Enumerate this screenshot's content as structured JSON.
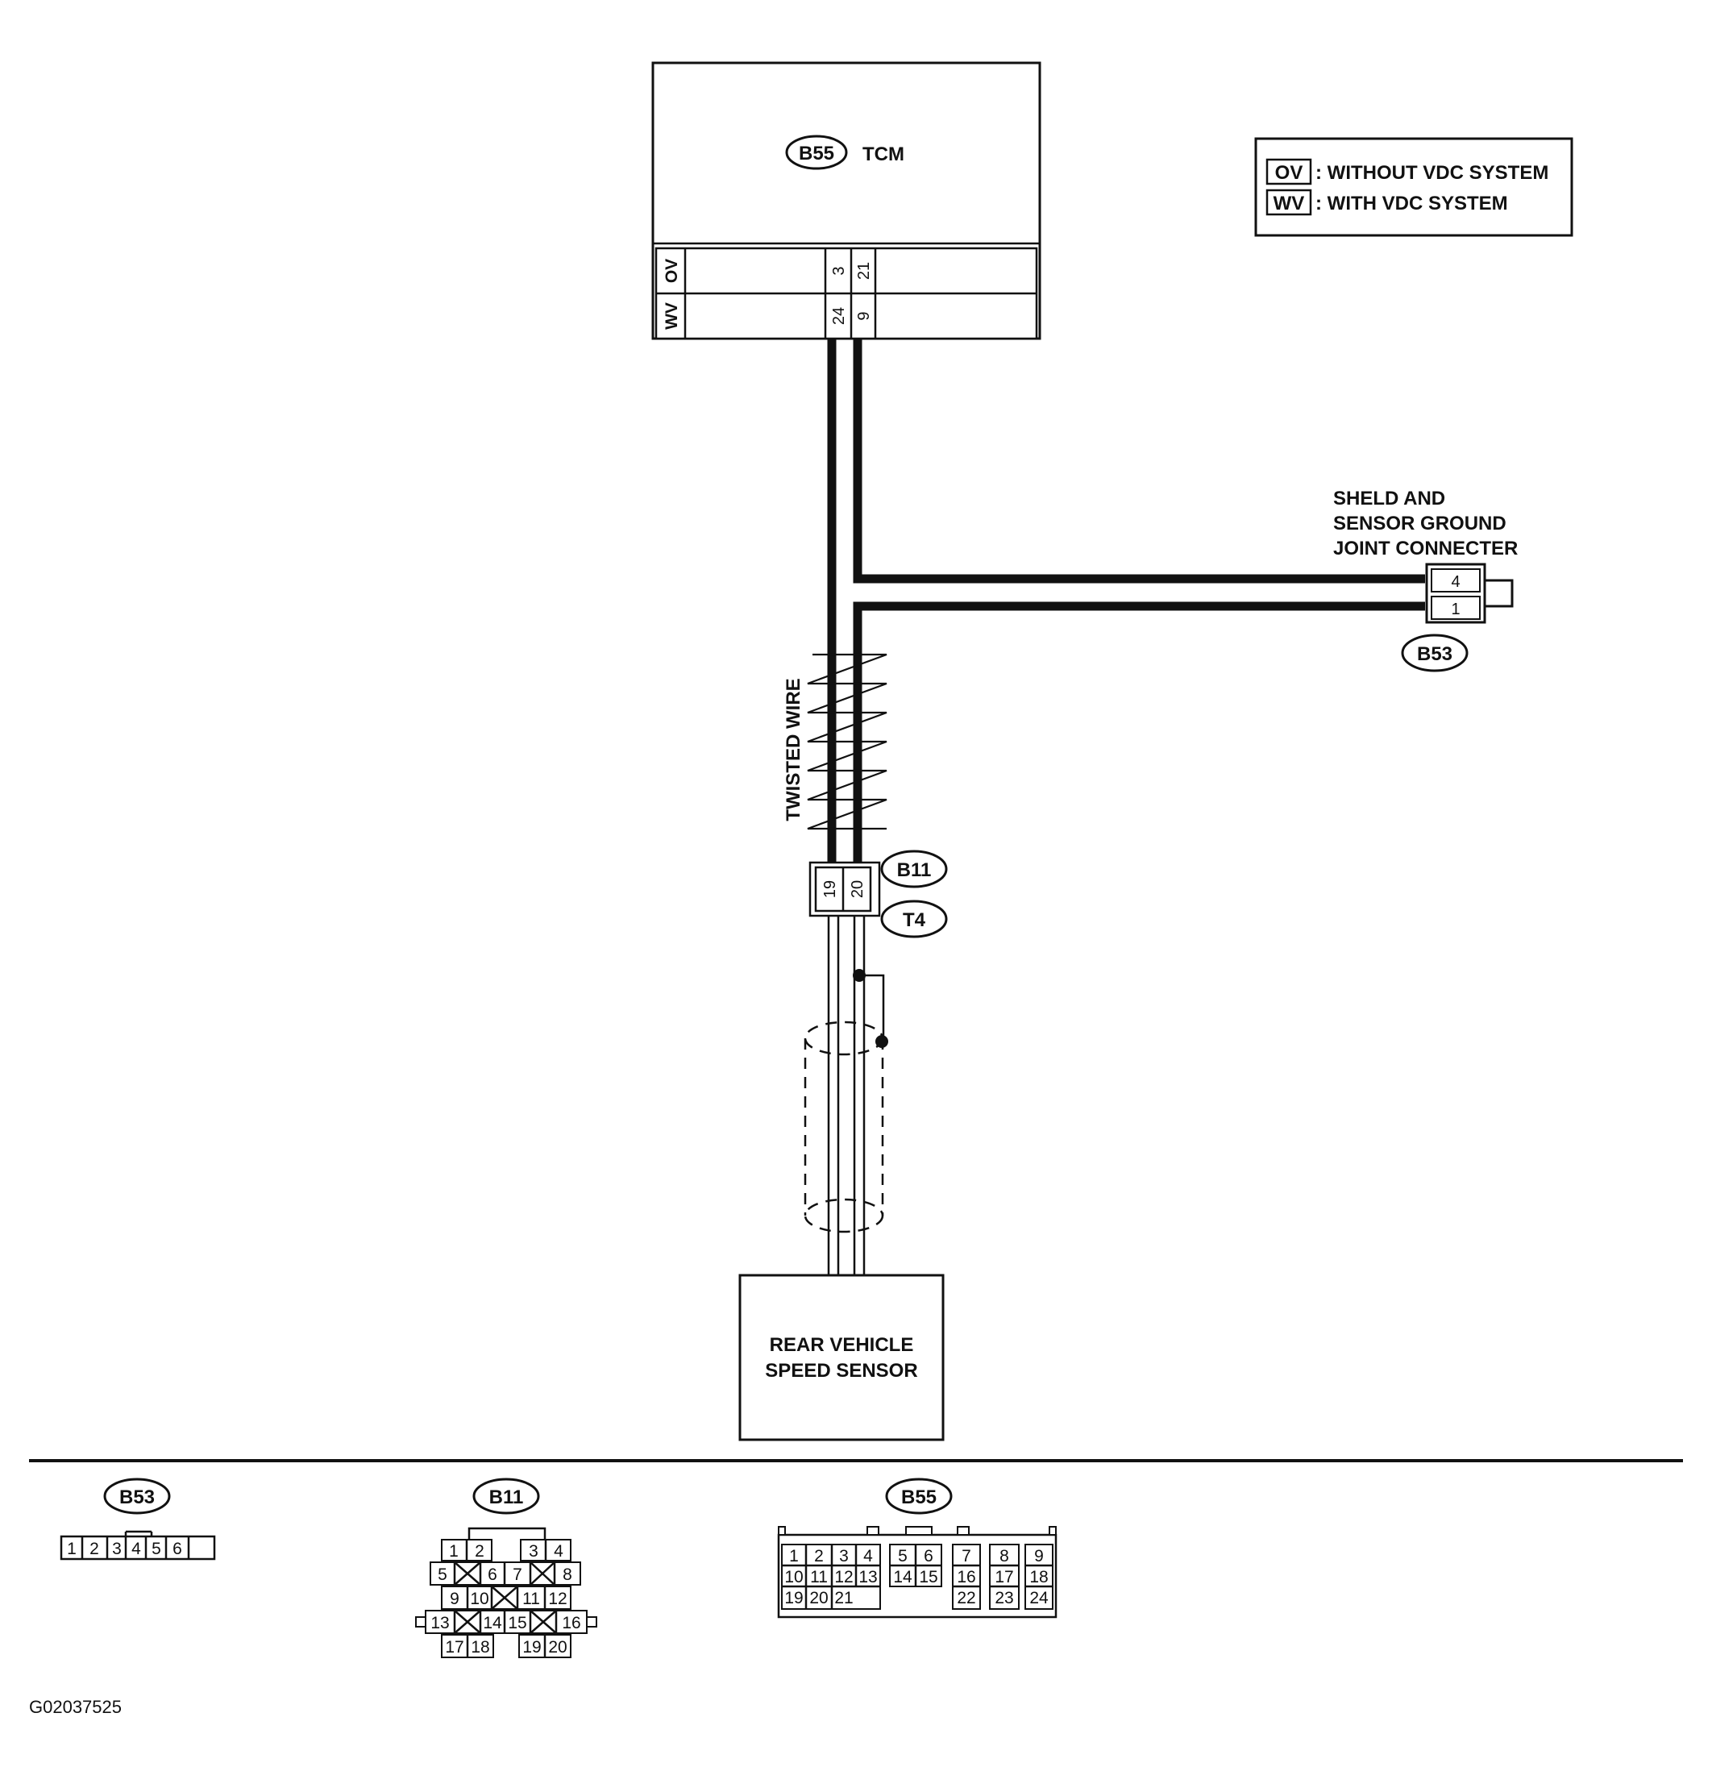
{
  "tcm": {
    "connector": "B55",
    "label": "TCM"
  },
  "variants": {
    "ov": {
      "code": "OV",
      "desc": ": WITHOUT VDC SYSTEM",
      "pins": [
        "3",
        "21"
      ]
    },
    "wv": {
      "code": "WV",
      "desc": ": WITH VDC SYSTEM",
      "pins": [
        "24",
        "9"
      ]
    }
  },
  "ground_joint": {
    "title_lines": [
      "SHELD AND",
      "SENSOR GROUND",
      "JOINT CONNECTER"
    ],
    "connector": "B53",
    "pins": [
      "4",
      "1"
    ]
  },
  "twisted_wire_label": "TWISTED WIRE",
  "inline_connector": {
    "ids": [
      "B11",
      "T4"
    ],
    "pins": [
      "19",
      "20"
    ]
  },
  "sensor": {
    "lines": [
      "REAR VEHICLE",
      "SPEED SENSOR"
    ]
  },
  "connector_views": {
    "b53": {
      "id": "B53",
      "pins": [
        "1",
        "2",
        "3",
        "4",
        "5",
        "6"
      ]
    },
    "b11": {
      "id": "B11",
      "rows": [
        [
          "1",
          "2",
          "",
          "3",
          "4"
        ],
        [
          "5",
          "",
          "6",
          "7",
          "",
          "8"
        ],
        [
          "9",
          "10",
          "",
          "11",
          "12"
        ],
        [
          "13",
          "",
          "14",
          "15",
          "",
          "16"
        ],
        [
          "17",
          "18",
          "",
          "19",
          "20"
        ]
      ]
    },
    "b55": {
      "id": "B55",
      "rows": [
        [
          "1",
          "2",
          "3",
          "4",
          "5",
          "6",
          "7",
          "8",
          "9"
        ],
        [
          "10",
          "11",
          "12",
          "13",
          "14",
          "15",
          "16",
          "17",
          "18"
        ],
        [
          "19",
          "20",
          "21",
          "22",
          "23",
          "24"
        ]
      ]
    }
  },
  "figure_code": "G02037525"
}
